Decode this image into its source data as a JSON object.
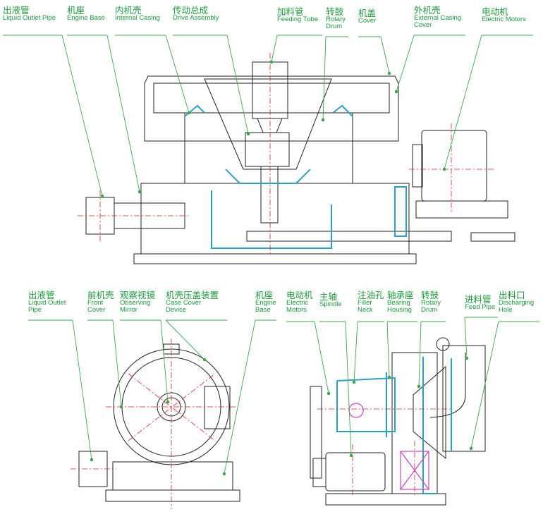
{
  "colors": {
    "leader": "#3aa84a",
    "label": "#1a9a3a",
    "outline": "#222222",
    "casing": "#2aa0c8",
    "centerline": "#e02020",
    "magenta": "#d040c0"
  },
  "top_labels": [
    {
      "id": "liquid-outlet-pipe",
      "zh": "出液管",
      "en": [
        "Liquid Outlet Pipe"
      ]
    },
    {
      "id": "engine-base",
      "zh": "机座",
      "en": [
        "Engine Base"
      ]
    },
    {
      "id": "internal-casing",
      "zh": "内机壳",
      "en": [
        "Internal Casing"
      ]
    },
    {
      "id": "drive-assembly",
      "zh": "传动总成",
      "en": [
        "Drive Assembly"
      ]
    },
    {
      "id": "feeding-tube",
      "zh": "加料管",
      "en": [
        "Feeding Tube"
      ]
    },
    {
      "id": "rotary-drum",
      "zh": "转鼓",
      "en": [
        "Rotary",
        "Drum"
      ]
    },
    {
      "id": "cover",
      "zh": "机盖",
      "en": [
        "Cover"
      ]
    },
    {
      "id": "external-casing-cover",
      "zh": "外机壳",
      "en": [
        "External Casing",
        "Cover"
      ]
    },
    {
      "id": "electric-motors",
      "zh": "电动机",
      "en": [
        "Electric Motors"
      ]
    }
  ],
  "bottom_left_labels": [
    {
      "id": "liquid-outlet-pipe-2",
      "zh": "出液管",
      "en": [
        "Liquid Outlet",
        "Pipe"
      ]
    },
    {
      "id": "front-cover",
      "zh": "前机壳",
      "en": [
        "Front",
        "Cover"
      ]
    },
    {
      "id": "observing-mirror",
      "zh": "观察视镜",
      "en": [
        "Observing",
        "Mirror"
      ]
    },
    {
      "id": "case-cover-device",
      "zh": "机壳压盖装置",
      "en": [
        "Case Cover",
        "Device"
      ]
    },
    {
      "id": "engine-base-2",
      "zh": "机座",
      "en": [
        "Engine",
        "Base"
      ]
    }
  ],
  "bottom_right_labels": [
    {
      "id": "electric-motors-2",
      "zh": "电动机",
      "en": [
        "Electric",
        "Motors"
      ]
    },
    {
      "id": "spindle",
      "zh": "主轴",
      "en": [
        "Spindle"
      ]
    },
    {
      "id": "filler-neck",
      "zh": "注油孔",
      "en": [
        "Filler",
        "Neck"
      ]
    },
    {
      "id": "bearing-housing",
      "zh": "轴承座",
      "en": [
        "Bearing",
        "Housing"
      ]
    },
    {
      "id": "rotary-drum-2",
      "zh": "转鼓",
      "en": [
        "Rotary",
        "Drum"
      ]
    },
    {
      "id": "feed-pipe",
      "zh": "进料管",
      "en": [
        "Feed Pipe"
      ]
    },
    {
      "id": "discharging-hole",
      "zh": "出料口",
      "en": [
        "Discharging",
        "Hole"
      ]
    }
  ]
}
